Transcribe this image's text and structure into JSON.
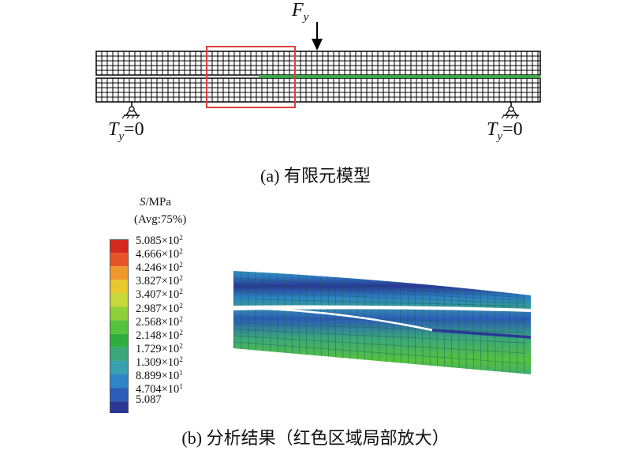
{
  "force": {
    "symbol": "F",
    "subscript": "y"
  },
  "supports": [
    {
      "symbol": "T",
      "subscript": "y",
      "value": "=0"
    },
    {
      "symbol": "T",
      "subscript": "y",
      "value": "=0"
    }
  ],
  "captions": {
    "a": "(a) 有限元模型",
    "b": "(b) 分析结果（红色区域局部放大）"
  },
  "legend": {
    "symbol": "S",
    "unit": "/MPa",
    "avg": "(Avg:75%)",
    "items": [
      {
        "mantissa": "5.085×10",
        "exp": "2"
      },
      {
        "mantissa": "4.666×10",
        "exp": "2"
      },
      {
        "mantissa": "4.246×10",
        "exp": "2"
      },
      {
        "mantissa": "3.827×10",
        "exp": "2"
      },
      {
        "mantissa": "3.407×10",
        "exp": "2"
      },
      {
        "mantissa": "2.987×10",
        "exp": "2"
      },
      {
        "mantissa": "2.568×10",
        "exp": "2"
      },
      {
        "mantissa": "2.148×10",
        "exp": "2"
      },
      {
        "mantissa": "1.729×10",
        "exp": "2"
      },
      {
        "mantissa": "1.309×10",
        "exp": "2"
      },
      {
        "mantissa": "8.899×10",
        "exp": "1"
      },
      {
        "mantissa": "4.704×10",
        "exp": "1"
      },
      {
        "mantissa": "5.087",
        "exp": ""
      }
    ],
    "colors": [
      "#d42a1e",
      "#e8542a",
      "#f0982c",
      "#e9c82c",
      "#c8d83a",
      "#8ed03a",
      "#56c23e",
      "#2fae3e",
      "#3aa67a",
      "#3a9fb0",
      "#2d84c6",
      "#2b5cb8",
      "#2a3795"
    ]
  },
  "colors": {
    "mesh_line": "#000000",
    "highlight_box": "#e04040",
    "crack": "#3aa84a",
    "contour_low": "#2a3795",
    "contour_mid": "#2fae3e"
  }
}
